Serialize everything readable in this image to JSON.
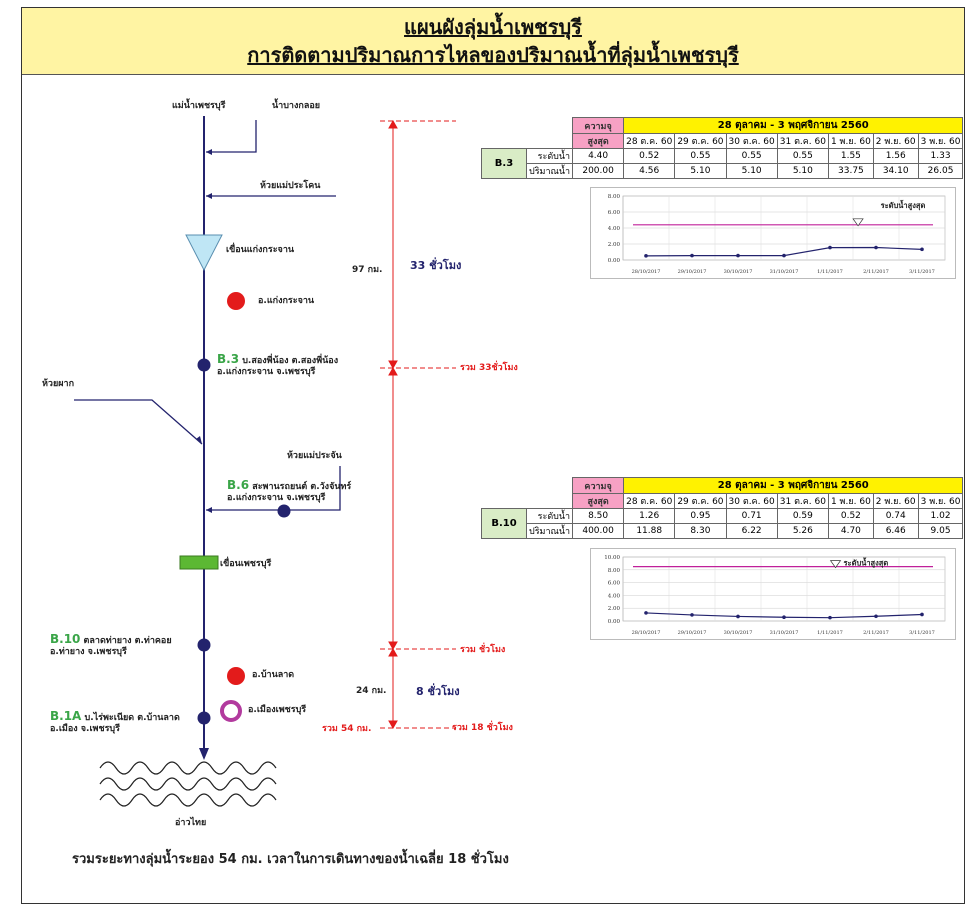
{
  "title": {
    "line1": "แผนผังลุ่มน้ำเพชรบุรี",
    "line2": "การติดตามปริมาณการไหลของปริมาณน้ำที่ลุ่มน้ำเพชรบุรี"
  },
  "labels": {
    "river_main": "แม่น้ำเพชรบุรี",
    "river_bangkloi": "น้ำบางกลอย",
    "creek_maeprakhon": "ห้วยแม่ประโคน",
    "dam_kaengkrachan": "เขื่อนแก่งกระจาน",
    "district_kaengkrachan": "อ.แก่งกระจาน",
    "b3_code": "B.3",
    "b3_line1": "บ.สองพี่น้อง ต.สองพี่น้อง",
    "b3_line2": "อ.แก่งกระจาน จ.เพชรบุรี",
    "creek_phak": "ห้วยผาก",
    "creek_maeprachan": "ห้วยแม่ประจัน",
    "b6_code": "B.6",
    "b6_line1": "สะพานรถยนต์ ต.วังจันทร์",
    "b6_line2": "อ.แก่งกระจาน จ.เพชรบุรี",
    "dam_phetchaburi": "เขื่อนเพชรบุรี",
    "b10_code": "B.10",
    "b10_line1": "ตลาดท่ายาง ต.ท่าคอย",
    "b10_line2": "อ.ท่ายาง จ.เพชรบุรี",
    "district_banlat": "อ.บ้านลาด",
    "district_muang": "อ.เมืองเพชรบุรี",
    "b1a_code": "B.1A",
    "b1a_line1": "บ.ไร่พะเนียด ต.บ้านลาด",
    "b1a_line2": "อ.เมือง จ.เพชรบุรี",
    "gulf": "อ่าวไทย",
    "dist_97": "97 กม.",
    "time_33": "33 ชั่วโมง",
    "total_33": "รวม 33ชั่วโมง",
    "total_blank": "รวม ชั่วโมง",
    "dist_24": "24 กม.",
    "time_8": "8 ชั่วโมง",
    "total_54km": "รวม 54 กม.",
    "total_18": "รวม 18 ชั่วโมง"
  },
  "summary": "รวมระยะทางลุ่มน้ำระยอง 54 กม. เวลาในการเดินทางของน้ำเฉลี่ย 18 ชั่วโมง",
  "tables": {
    "b3": {
      "station": "B.3",
      "max_label_1": "ความจุ",
      "max_label_2": "สูงสุด",
      "range": "28 ตุลาคม - 3 พฤศจิกายน 2560",
      "dates": [
        "28 ต.ค. 60",
        "29 ต.ค. 60",
        "30 ต.ค. 60",
        "31 ต.ค. 60",
        "1 พ.ย. 60",
        "2 พ.ย. 60",
        "3 พ.ย. 60"
      ],
      "level_label": "ระดับน้ำ",
      "flow_label": "ปริมาณน้ำ",
      "level_max": "4.40",
      "flow_max": "200.00",
      "levels": [
        "0.52",
        "0.55",
        "0.55",
        "0.55",
        "1.55",
        "1.56",
        "1.33"
      ],
      "flows": [
        "4.56",
        "5.10",
        "5.10",
        "5.10",
        "33.75",
        "34.10",
        "26.05"
      ]
    },
    "b10": {
      "station": "B.10",
      "max_label_1": "ความจุ",
      "max_label_2": "สูงสุด",
      "range": "28 ตุลาคม - 3 พฤศจิกายน 2560",
      "dates": [
        "28 ต.ค. 60",
        "29 ต.ค. 60",
        "30 ต.ค. 60",
        "31 ต.ค. 60",
        "1 พ.ย. 60",
        "2 พ.ย. 60",
        "3 พ.ย. 60"
      ],
      "level_label": "ระดับน้ำ",
      "flow_label": "ปริมาณน้ำ",
      "level_max": "8.50",
      "flow_max": "400.00",
      "levels": [
        "1.26",
        "0.95",
        "0.71",
        "0.59",
        "0.52",
        "0.74",
        "1.02"
      ],
      "flows": [
        "11.88",
        "8.30",
        "6.22",
        "5.26",
        "4.70",
        "6.46",
        "9.05"
      ]
    }
  },
  "colors": {
    "river": "#23236d",
    "station": "#23236d",
    "district_marker": "#e31b1b",
    "muang_ring": "#b23a9e",
    "dam_kaengkrachan": "#bfe6f5",
    "dam_phetchaburi": "#5cb833",
    "distance_line": "#e31b1b",
    "series": "#23236d",
    "max_line": "#c0209a"
  },
  "chart_data": [
    {
      "type": "line",
      "station": "B.3",
      "x": [
        "28/10/2017",
        "29/10/2017",
        "30/10/2017",
        "31/10/2017",
        "1/11/2017",
        "2/11/2017",
        "3/11/2017"
      ],
      "values": [
        0.52,
        0.55,
        0.55,
        0.55,
        1.55,
        1.56,
        1.33
      ],
      "max_level": 4.4,
      "max_label": "ระดับน้ำสูงสุด",
      "y_ticks": [
        "0.00",
        "2.00",
        "4.00",
        "6.00",
        "8.00"
      ],
      "ylim": [
        0,
        8
      ],
      "grid": true
    },
    {
      "type": "line",
      "station": "B.10",
      "x": [
        "28/10/2017",
        "29/10/2017",
        "30/10/2017",
        "31/10/2017",
        "1/11/2017",
        "2/11/2017",
        "3/11/2017"
      ],
      "values": [
        1.26,
        0.95,
        0.71,
        0.59,
        0.52,
        0.74,
        1.02
      ],
      "max_level": 8.5,
      "max_label": "ระดับน้ำสูงสุด",
      "y_ticks": [
        "0.00",
        "2.00",
        "4.00",
        "6.00",
        "8.00",
        "10.00"
      ],
      "ylim": [
        0,
        10
      ],
      "grid": true
    }
  ]
}
